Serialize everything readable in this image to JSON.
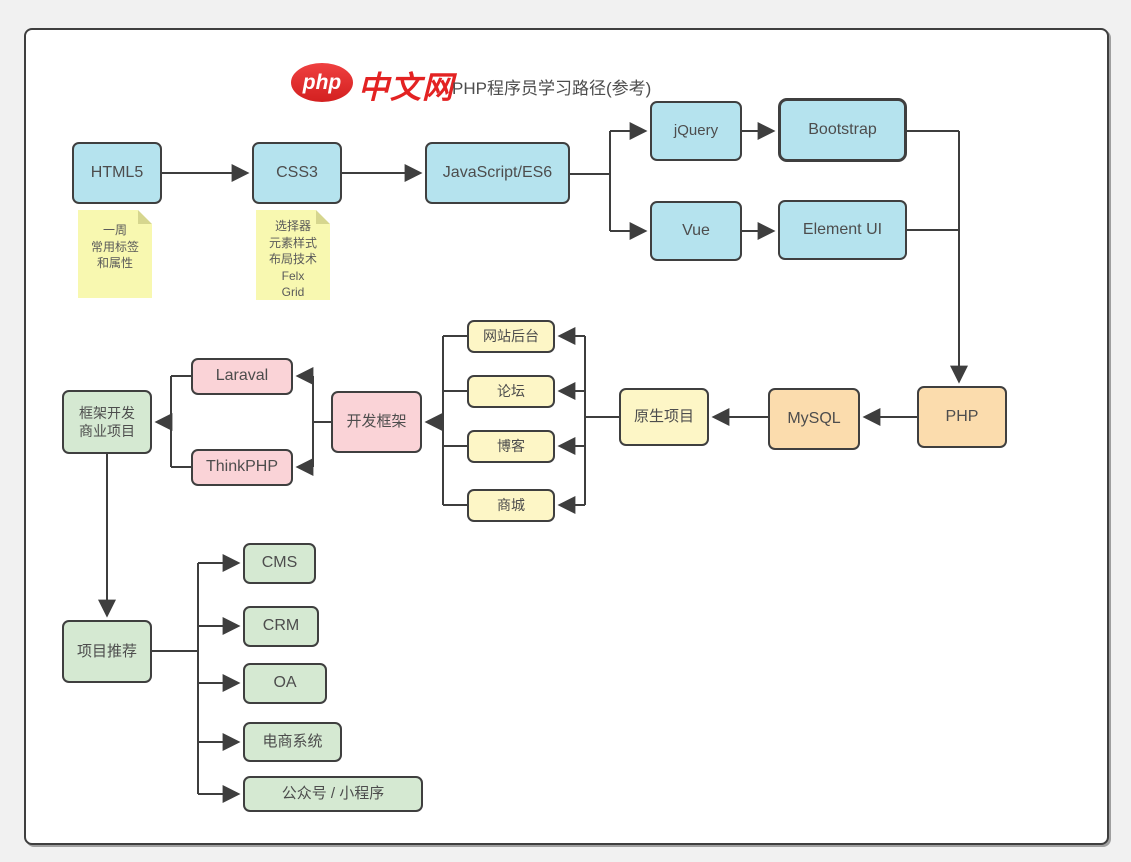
{
  "header": {
    "logo_php": "php",
    "logo_cn": "中文网",
    "title": "PHP程序员学习路径(参考)"
  },
  "colors": {
    "frontend_node": "#b5e3ee",
    "backend_node": "#fbdcad",
    "project_node": "#fdf6c6",
    "framework_node": "#fad3d7",
    "recommend_node": "#d5e9d2",
    "note": "#f8f8b0",
    "line": "#3e3e3e",
    "logo_red": "#e32222"
  },
  "nodes": {
    "html5": {
      "label": "HTML5"
    },
    "css3": {
      "label": "CSS3"
    },
    "javascript": {
      "label": "JavaScript/ES6"
    },
    "jquery": {
      "label": "jQuery"
    },
    "bootstrap": {
      "label": "Bootstrap"
    },
    "vue": {
      "label": "Vue"
    },
    "element_ui": {
      "label": "Element UI"
    },
    "php": {
      "label": "PHP"
    },
    "mysql": {
      "label": "MySQL"
    },
    "native_project": {
      "label": "原生项目"
    },
    "site_admin": {
      "label": "网站后台"
    },
    "forum": {
      "label": "论坛"
    },
    "blog": {
      "label": "博客"
    },
    "mall": {
      "label": "商城"
    },
    "dev_framework": {
      "label": "开发框架"
    },
    "laraval": {
      "label": "Laraval"
    },
    "thinkphp": {
      "label": "ThinkPHP"
    },
    "framework_biz": {
      "label": "框架开发\n商业项目"
    },
    "project_recommend": {
      "label": "项目推荐"
    },
    "cms": {
      "label": "CMS"
    },
    "crm": {
      "label": "CRM"
    },
    "oa": {
      "label": "OA"
    },
    "ecommerce": {
      "label": "电商系统"
    },
    "official_mini": {
      "label": "公众号 / 小程序"
    }
  },
  "notes": {
    "html5_note": {
      "lines": [
        "一周",
        "常用标签",
        "和属性"
      ]
    },
    "css3_note": {
      "lines": [
        "选择器",
        "元素样式",
        "布局技术",
        "Felx",
        "Grid"
      ]
    }
  }
}
